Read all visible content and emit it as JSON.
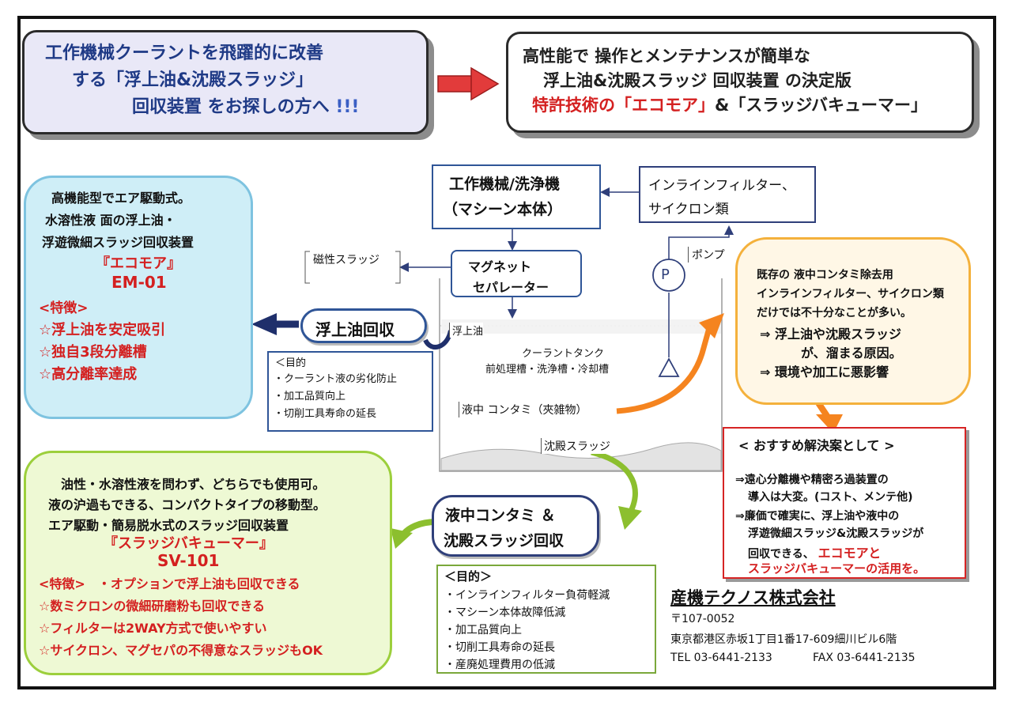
{
  "header_left": {
    "line1": "工作機械クーラントを飛躍的に改善",
    "line2": "する「浮上油&沈殿スラッジ」",
    "line3": "回収装置 をお探しの方へ",
    "line3_accent": "!!!"
  },
  "header_right": {
    "line1": "高性能で 操作とメンテナンスが簡単な",
    "line2": "浮上油&沈殿スラッジ 回収装置 の決定版",
    "line3_red": "特許技術の「エコモア」",
    "line3_black": "&「スラッジバキューマー」"
  },
  "flow": {
    "machine_line1": "工作機械/洗浄機",
    "machine_line2": "（マシーン本体）",
    "inline_line1": "インラインフィルター、",
    "inline_line2": "サイクロン類",
    "magnet_line1": "マグネット",
    "magnet_line2": "セパレーター",
    "magnetic_sludge": "磁性スラッジ",
    "pump_label": "ポンプ",
    "pump_symbol": "P",
    "floating_oil_tag": "浮上油",
    "tank_line1": "クーラントタンク",
    "tank_line2": "前処理槽・洗浄槽・冷却槽",
    "contam_tag": "液中 コンタミ（夾雑物）",
    "sediment_tag": "沈殿スラッジ"
  },
  "oil_recovery": {
    "label": "浮上油回収",
    "purpose_title": "目的",
    "purposes": [
      "・クーラント液の劣化防止",
      "・加工品質向上",
      "・切削工具寿命の延長"
    ]
  },
  "contam_recovery": {
    "line1": "液中コンタミ ＆",
    "line2": "沈殿スラッジ回収",
    "purpose_title": "＜目的＞",
    "purposes": [
      "・インラインフィルター負荷軽減",
      "・マシーン本体故障低減",
      "・加工品質向上",
      "・切削工具寿命の延長",
      "・産廃処理費用の低減"
    ]
  },
  "ecomore": {
    "line1": "高機能型でエア駆動式。",
    "line2": "水溶性液 面の浮上油・",
    "line3": "浮遊微細スラッジ回収装置",
    "name": "『エコモア』",
    "model": "EM-01",
    "feature_head": "<特徴>",
    "features": [
      "☆浮上油を安定吸引",
      "☆独自3段分離槽",
      "☆高分離率達成"
    ]
  },
  "vacuumer": {
    "line1": "油性・水溶性液を問わず、どちらでも使用可。",
    "line2": "液の沪過もできる、コンパクトタイプの移動型。",
    "line3": "エア駆動・簡易脱水式のスラッジ回収装置",
    "name": "『スラッジバキューマー』",
    "model": "SV-101",
    "feature_head": "<特徴>",
    "feature_option": "・オプションで浮上油も回収できる",
    "features": [
      "☆数ミクロンの微細研磨粉も回収できる",
      "☆フィルターは2WAY方式で使いやすい",
      "☆サイクロン、マグセパの不得意なスラッジもOK"
    ]
  },
  "existing": {
    "line1": "既存の 液中コンタミ除去用",
    "line2": "インラインフィルター、サイクロン類",
    "line3": "だけでは不十分なことが多い。",
    "line4": "⇒ 浮上油や沈殿スラッジ",
    "line5": "が、溜まる原因。",
    "line6": "⇒ 環境や加工に悪影響"
  },
  "recommend": {
    "title": "< おすすめ解決案として >",
    "line1": "⇒遠心分離機や精密ろ過装置の",
    "line2": "導入は大変。(コスト、メンテ他)",
    "line3": "⇒廉価で確実に、浮上油や液中の",
    "line4": "浮遊微細スラッジ&沈殿スラッジが",
    "line5_black": "回収できる、",
    "line5_red": "エコモアと",
    "line6_red": "スラッジバキューマーの活用を。"
  },
  "company": {
    "name": "産機テクノス株式会社",
    "zip": "〒107-0052",
    "address": "東京都港区赤坂1丁目1番17-609細川ビル6階",
    "tel": "TEL 03-6441-2133",
    "fax": "FAX 03-6441-2135"
  },
  "colors": {
    "blue_text": "#1f3a86",
    "red": "#d42020",
    "flow_blue": "#2f5597",
    "orange_arrow": "#f5841f",
    "green_arrow": "#8cbf2e",
    "navy_arrow": "#1f2f6b"
  }
}
